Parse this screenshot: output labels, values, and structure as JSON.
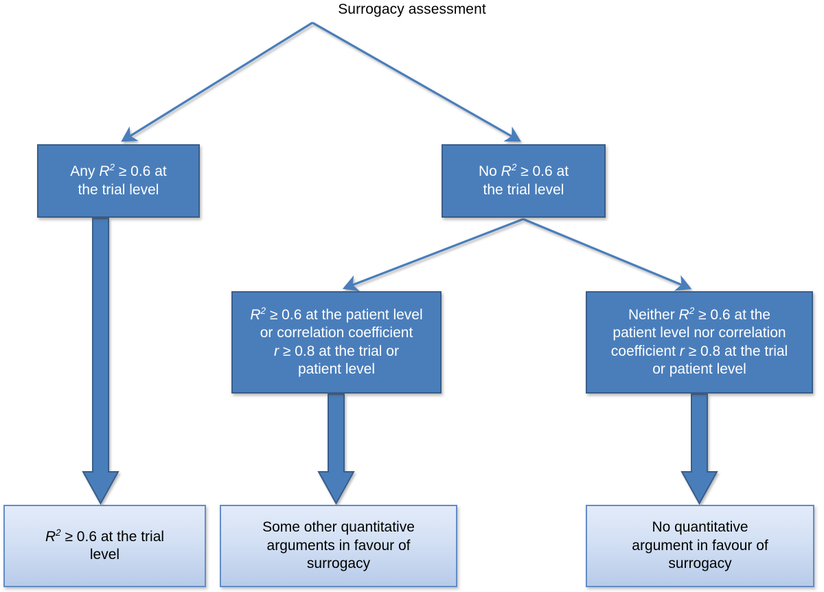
{
  "diagram": {
    "title": "Surrogacy assessment",
    "background": "#ffffff",
    "colors": {
      "decision_fill": "#4A7EBB",
      "decision_border": "#385D8A",
      "decision_text": "#FFFFFF",
      "outcome_fill_top": "#E3EBF9",
      "outcome_fill_bottom": "#B7CBE9",
      "outcome_border": "#628CC6",
      "outcome_text": "#000000",
      "connector": "#4A7EBB"
    },
    "nodes": {
      "root": {
        "label": "Surrogacy assessment"
      },
      "any_r2_trial": {
        "line1_pre": "Any ",
        "line1_var": "R",
        "line1_sup": "2",
        "line1_post": " ≥ 0.6 at",
        "line2": "the trial level",
        "plain": "Any R2 ≥ 0.6 at the trial level"
      },
      "no_r2_trial": {
        "line1_pre": "No ",
        "line1_var": "R",
        "line1_sup": "2",
        "line1_post": " ≥ 0.6 at",
        "line2": "the trial level",
        "plain": "No R2 ≥ 0.6 at the trial level"
      },
      "r2_patient_or_r": {
        "line1_var": "R",
        "line1_sup": "2",
        "line1_post": " ≥ 0.6 at the patient level",
        "line2": "or correlation coefficient",
        "line3_var": "r",
        "line3_post": " ≥ 0.8 at the trial or",
        "line4": "patient level",
        "plain": "R2 ≥ 0.6 at the patient level or correlation coefficient r ≥ 0.8 at the trial or patient level"
      },
      "neither_r2_nor_r": {
        "line1_pre": "Neither ",
        "line1_var": "R",
        "line1_sup": "2",
        "line1_post": " ≥ 0.6 at the",
        "line2": "patient level nor correlation",
        "line3_pre": "coefficient ",
        "line3_var": "r",
        "line3_post": " ≥ 0.8 at the trial",
        "line4": "or patient level",
        "plain": "Neither R2 ≥ 0.6 at the patient level nor correlation coefficient r ≥ 0.8 at the trial or patient level"
      },
      "outcome_trial_level": {
        "line1_var": "R",
        "line1_sup": "2",
        "line1_post": " ≥ 0.6 at the trial",
        "line2": "level",
        "plain": "R2 ≥ 0.6 at the trial level"
      },
      "outcome_some_other": {
        "line1": "Some other quantitative",
        "line2": "arguments in favour of",
        "line3": "surrogacy",
        "plain": "Some other quantitative arguments in favour of surrogacy"
      },
      "outcome_none": {
        "line1": "No quantitative",
        "line2": "argument in favour of",
        "line3": "surrogacy",
        "plain": "No quantitative argument in favour of surrogacy"
      }
    },
    "edges": [
      {
        "from": "root",
        "to": "any_r2_trial",
        "style": "thin-arrow"
      },
      {
        "from": "root",
        "to": "no_r2_trial",
        "style": "thin-arrow"
      },
      {
        "from": "any_r2_trial",
        "to": "outcome_trial_level",
        "style": "block-arrow"
      },
      {
        "from": "no_r2_trial",
        "to": "r2_patient_or_r",
        "style": "thin-arrow"
      },
      {
        "from": "no_r2_trial",
        "to": "neither_r2_nor_r",
        "style": "thin-arrow"
      },
      {
        "from": "r2_patient_or_r",
        "to": "outcome_some_other",
        "style": "block-arrow"
      },
      {
        "from": "neither_r2_nor_r",
        "to": "outcome_none",
        "style": "block-arrow"
      }
    ]
  }
}
